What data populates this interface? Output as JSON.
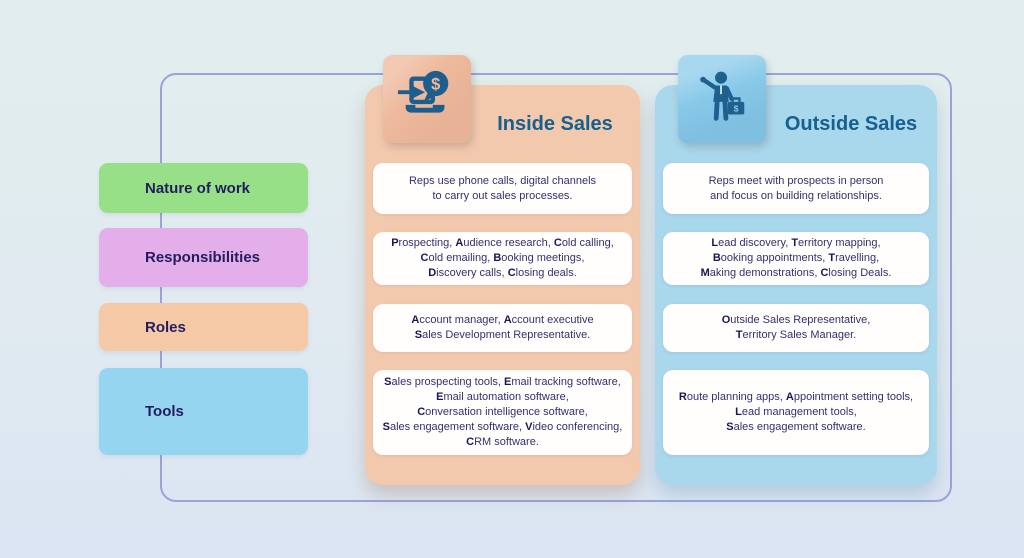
{
  "page": {
    "background_top": "#e2eeee",
    "background_bottom": "#dbe5f3",
    "frame_border_color": "#9aa3d8"
  },
  "sidebar": {
    "items": [
      {
        "label": "Nature of work",
        "color": "#98e088"
      },
      {
        "label": "Responsibilities",
        "color": "#e3aeea"
      },
      {
        "label": "Roles",
        "color": "#f5c9a6"
      },
      {
        "label": "Tools",
        "color": "#95d5f0"
      }
    ]
  },
  "columns": [
    {
      "title": "Inside Sales",
      "title_color": "#15608f",
      "bg": "#f3c9ae",
      "tile_bg": "#eeb99c",
      "icon": "laptop-dollar-chat-icon",
      "icon_color": "#1d5e8c",
      "cards": [
        {
          "row": "nature-of-work",
          "lines": [
            [
              [
                "Reps use phone calls, digital channels",
                0
              ]
            ],
            [
              [
                "to carry out sales processes.",
                0
              ]
            ]
          ]
        },
        {
          "row": "responsibilities",
          "lines": [
            [
              [
                "P",
                1
              ],
              [
                "rospecting, ",
                0
              ],
              [
                "A",
                1
              ],
              [
                "udience research, ",
                0
              ],
              [
                "C",
                1
              ],
              [
                "old calling,",
                0
              ]
            ],
            [
              [
                "C",
                1
              ],
              [
                "old emailing, ",
                0
              ],
              [
                "B",
                1
              ],
              [
                "ooking meetings,",
                0
              ]
            ],
            [
              [
                "D",
                1
              ],
              [
                "iscovery calls, ",
                0
              ],
              [
                "C",
                1
              ],
              [
                "losing deals.",
                0
              ]
            ]
          ]
        },
        {
          "row": "roles",
          "lines": [
            [
              [
                "A",
                1
              ],
              [
                "ccount manager, ",
                0
              ],
              [
                "A",
                1
              ],
              [
                "ccount executive",
                0
              ]
            ],
            [
              [
                "S",
                1
              ],
              [
                "ales Development Representative.",
                0
              ]
            ]
          ]
        },
        {
          "row": "tools",
          "lines": [
            [
              [
                "S",
                1
              ],
              [
                "ales prospecting tools, ",
                0
              ],
              [
                "E",
                1
              ],
              [
                "mail tracking software,",
                0
              ]
            ],
            [
              [
                "E",
                1
              ],
              [
                "mail automation software,",
                0
              ]
            ],
            [
              [
                "C",
                1
              ],
              [
                "onversation intelligence software,",
                0
              ]
            ],
            [
              [
                "S",
                1
              ],
              [
                "ales engagement software, ",
                0
              ],
              [
                "V",
                1
              ],
              [
                "ideo conferencing,",
                0
              ]
            ],
            [
              [
                "C",
                1
              ],
              [
                "RM software.",
                0
              ]
            ]
          ]
        }
      ]
    },
    {
      "title": "Outside Sales",
      "title_color": "#15608f",
      "bg": "#a9d7ec",
      "tile_bg": "#87c9e9",
      "icon": "salesperson-briefcase-icon",
      "icon_color": "#1f608e",
      "cards": [
        {
          "row": "nature-of-work",
          "lines": [
            [
              [
                "Reps meet with prospects in person",
                0
              ]
            ],
            [
              [
                "and focus on building relationships.",
                0
              ]
            ]
          ]
        },
        {
          "row": "responsibilities",
          "lines": [
            [
              [
                "L",
                1
              ],
              [
                "ead discovery, ",
                0
              ],
              [
                "T",
                1
              ],
              [
                "erritory mapping,",
                0
              ]
            ],
            [
              [
                "B",
                1
              ],
              [
                "ooking appointments, ",
                0
              ],
              [
                "T",
                1
              ],
              [
                "ravelling,",
                0
              ]
            ],
            [
              [
                "M",
                1
              ],
              [
                "aking demonstrations, ",
                0
              ],
              [
                "C",
                1
              ],
              [
                "losing Deals.",
                0
              ]
            ]
          ]
        },
        {
          "row": "roles",
          "lines": [
            [
              [
                "O",
                1
              ],
              [
                "utside Sales Representative,",
                0
              ]
            ],
            [
              [
                "T",
                1
              ],
              [
                "erritory Sales Manager.",
                0
              ]
            ]
          ]
        },
        {
          "row": "tools",
          "lines": [
            [
              [
                "R",
                1
              ],
              [
                "oute planning apps, ",
                0
              ],
              [
                "A",
                1
              ],
              [
                "ppointment setting tools,",
                0
              ]
            ],
            [
              [
                "L",
                1
              ],
              [
                "ead management tools,",
                0
              ]
            ],
            [
              [
                "S",
                1
              ],
              [
                "ales engagement software.",
                0
              ]
            ]
          ]
        }
      ]
    }
  ]
}
